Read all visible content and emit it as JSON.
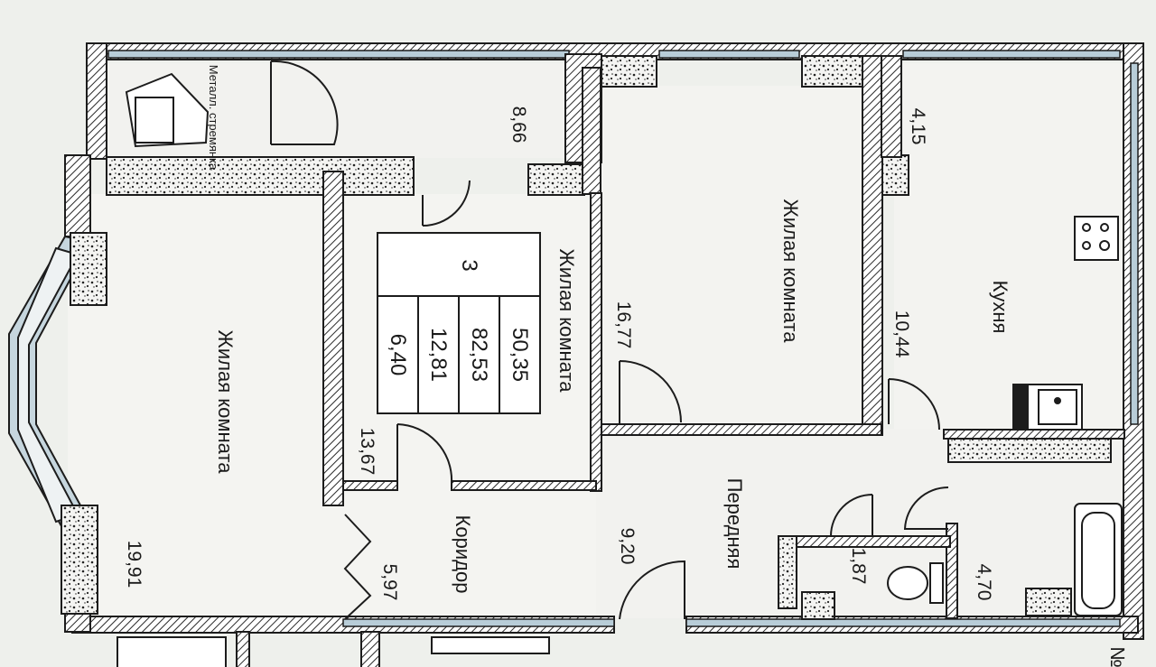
{
  "rooms": {
    "living_left": {
      "name": "Жилая комната",
      "area": "19,91"
    },
    "living_middle": {
      "name": "Жилая комната",
      "area": "13,67"
    },
    "living_right": {
      "name": "Жилая комната",
      "area": "16,77"
    },
    "kitchen": {
      "name": "Кухня",
      "area": "10,44"
    },
    "hall": {
      "name": "Передняя",
      "area": "9,20"
    },
    "corridor": {
      "name": "Коридор",
      "area": "5,97"
    },
    "loggia_left": {
      "area": "8,66"
    },
    "loggia_right": {
      "area": "4,15"
    },
    "wc": {
      "area": "1,87"
    },
    "bath": {
      "area": "4,70"
    }
  },
  "summary": {
    "rooms_count": "3",
    "total": "82,53",
    "living": "50,35",
    "kitchen": "12,81",
    "other": "6,40"
  },
  "loggia_label": "Металл. стремянка",
  "corner_mark": "№",
  "colors": {
    "wall": "#ffffff",
    "hatch": "#2a2a2a",
    "glass": "#b8cdd8",
    "line": "#1c1c1c"
  }
}
